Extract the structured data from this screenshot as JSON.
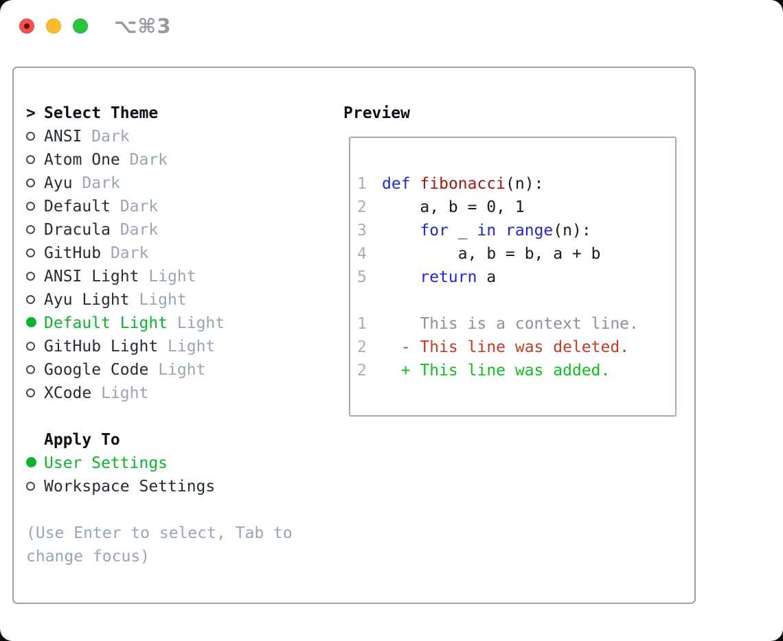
{
  "window": {
    "title": "⌥⌘3",
    "traffic_lights": [
      {
        "name": "close-button",
        "color": "#f4504b"
      },
      {
        "name": "minimize-button",
        "color": "#fcbb2d"
      },
      {
        "name": "zoom-button",
        "color": "#29c53f"
      }
    ]
  },
  "theme_selector": {
    "prompt": ">",
    "title": "Select Theme",
    "items": [
      {
        "name": "ANSI",
        "variant": "Dark",
        "selected": false
      },
      {
        "name": "Atom One",
        "variant": "Dark",
        "selected": false
      },
      {
        "name": "Ayu",
        "variant": "Dark",
        "selected": false
      },
      {
        "name": "Default",
        "variant": "Dark",
        "selected": false
      },
      {
        "name": "Dracula",
        "variant": "Dark",
        "selected": false
      },
      {
        "name": "GitHub",
        "variant": "Dark",
        "selected": false
      },
      {
        "name": "ANSI Light",
        "variant": "Light",
        "selected": false
      },
      {
        "name": "Ayu Light",
        "variant": "Light",
        "selected": false
      },
      {
        "name": "Default Light",
        "variant": "Light",
        "selected": true
      },
      {
        "name": "GitHub Light",
        "variant": "Light",
        "selected": false
      },
      {
        "name": "Google Code",
        "variant": "Light",
        "selected": false
      },
      {
        "name": "XCode",
        "variant": "Light",
        "selected": false
      }
    ]
  },
  "apply_to": {
    "title": "Apply To",
    "options": [
      {
        "label": "User Settings",
        "selected": true
      },
      {
        "label": "Workspace Settings",
        "selected": false
      }
    ]
  },
  "help": {
    "lines": [
      "(Use Enter to select, Tab to",
      "change focus)"
    ]
  },
  "preview": {
    "title": "Preview",
    "code_lines": [
      {
        "num": "1",
        "tokens": [
          {
            "t": "kw",
            "s": "def"
          },
          {
            "t": "plain",
            "s": " "
          },
          {
            "t": "fn",
            "s": "fibonacci"
          },
          {
            "t": "plain",
            "s": "(n):"
          }
        ]
      },
      {
        "num": "2",
        "tokens": [
          {
            "t": "plain",
            "s": "    a, b = 0, 1"
          }
        ]
      },
      {
        "num": "3",
        "tokens": [
          {
            "t": "plain",
            "s": "    "
          },
          {
            "t": "kw",
            "s": "for"
          },
          {
            "t": "plain",
            "s": " _ "
          },
          {
            "t": "kw",
            "s": "in"
          },
          {
            "t": "plain",
            "s": " "
          },
          {
            "t": "kw",
            "s": "range"
          },
          {
            "t": "plain",
            "s": "(n):"
          }
        ]
      },
      {
        "num": "4",
        "tokens": [
          {
            "t": "plain",
            "s": "        a, b = b, a + b"
          }
        ]
      },
      {
        "num": "5",
        "tokens": [
          {
            "t": "plain",
            "s": "    "
          },
          {
            "t": "kw",
            "s": "return"
          },
          {
            "t": "plain",
            "s": " a"
          }
        ]
      },
      {
        "num": "",
        "tokens": []
      },
      {
        "num": "1",
        "tokens": [
          {
            "t": "ctx",
            "s": "    This is a context line."
          }
        ]
      },
      {
        "num": "2",
        "tokens": [
          {
            "t": "del",
            "s": "  - This line was deleted."
          }
        ]
      },
      {
        "num": "2",
        "tokens": [
          {
            "t": "add",
            "s": "  + This line was added."
          }
        ]
      }
    ]
  },
  "icons": {
    "selected_radio": "filled-circle",
    "unselected_radio": "outline-circle"
  },
  "colors": {
    "accent_green": "#0db32b",
    "added_green": "#0fbe1d",
    "deleted_red": "#c23b22",
    "keyword_blue": "#2025d6",
    "function_red": "#a31515",
    "muted_gray": "#9aa4b2",
    "context_gray": "#8b929b",
    "line_number_gray": "#a6aebb",
    "text_dark": "#17191c",
    "name_dark": "#262c33",
    "heading_dark": "#0d1117",
    "panel_border": "#99a1ad",
    "preview_border": "#a2a9b3",
    "title_gray": "#97999e",
    "traffic_red": "#f4504b",
    "traffic_red_dot": "#5e0f07",
    "traffic_yellow": "#fcbb2d",
    "traffic_green": "#29c53f"
  }
}
